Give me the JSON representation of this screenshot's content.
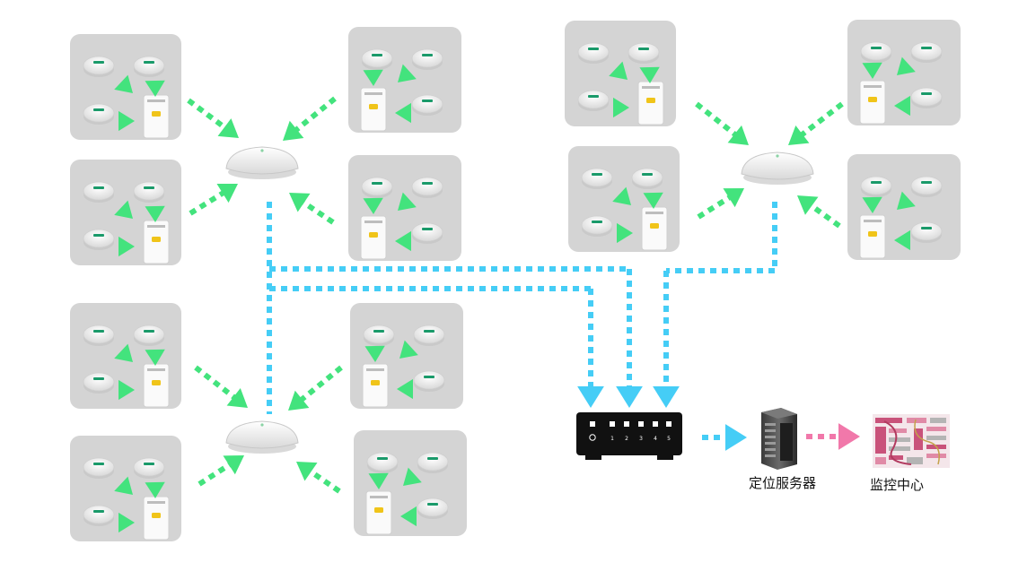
{
  "labels": {
    "server": "定位服务器",
    "monitor": "监控中心"
  },
  "switch_ports": [
    "1",
    "2",
    "3",
    "4",
    "5"
  ],
  "colors": {
    "panel_bg": "#d4d4d4",
    "tag_body": "#f2f2f2",
    "tag_stripe": "#1a9a6a",
    "beacon_body": "#fafafa",
    "beacon_led": "#f0c419",
    "green_arrow": "#43e37d",
    "blue_link": "#45cdf6",
    "pink_link": "#f178aa",
    "switch_body": "#111111",
    "switch_port": "#ffffff"
  },
  "icons": {
    "zone_panel": "tag-and-beacon-icon",
    "access_point": "ceiling-access-point-icon",
    "switch": "network-switch-icon",
    "server": "tower-server-icon",
    "monitor": "floor-map-icon"
  }
}
